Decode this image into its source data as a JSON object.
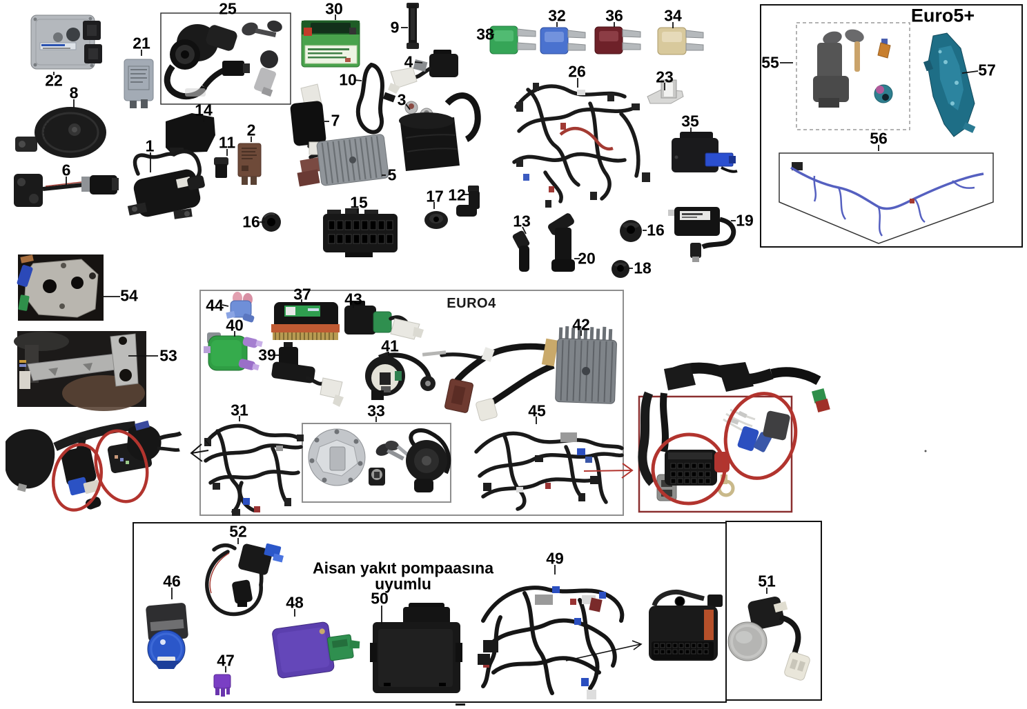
{
  "figure": {
    "type": "motorcycle-electrical-parts-diagram",
    "background": "#ffffff",
    "annotation_red": "#b2342e",
    "box_border_gray": "#8e8e8e",
    "photo_box_red": "#8b2f2f"
  },
  "titles": {
    "euro5": "Euro5+",
    "euro4": "EURO4",
    "aisan_line1": "Aisan yakıt pompaasına",
    "aisan_line2": "uyumlu"
  },
  "callouts": {
    "c1": "1",
    "c2": "2",
    "c3": "3",
    "c4": "4",
    "c5": "5",
    "c6": "6",
    "c7": "7",
    "c8": "8",
    "c9": "9",
    "c10": "10",
    "c11": "11",
    "c12": "12",
    "c13": "13",
    "c14": "14",
    "c15": "15",
    "c16": "16",
    "c16b": "16",
    "c17": "17",
    "c18": "18",
    "c19": "19",
    "c20": "20",
    "c21": "21",
    "c22": "22",
    "c23": "23",
    "c25": "25",
    "c26": "26",
    "c30": "30",
    "c31": "31",
    "c32": "32",
    "c33": "33",
    "c34": "34",
    "c35": "35",
    "c36": "36",
    "c37": "37",
    "c38": "38",
    "c39": "39",
    "c40": "40",
    "c41": "41",
    "c42": "42",
    "c43": "43",
    "c44": "44",
    "c45": "45",
    "c46": "46",
    "c47": "47",
    "c48": "48",
    "c49": "49",
    "c50": "50",
    "c51": "51",
    "c52": "52",
    "c53": "53",
    "c54": "54",
    "c55": "55",
    "c56": "56",
    "c57": "57"
  }
}
